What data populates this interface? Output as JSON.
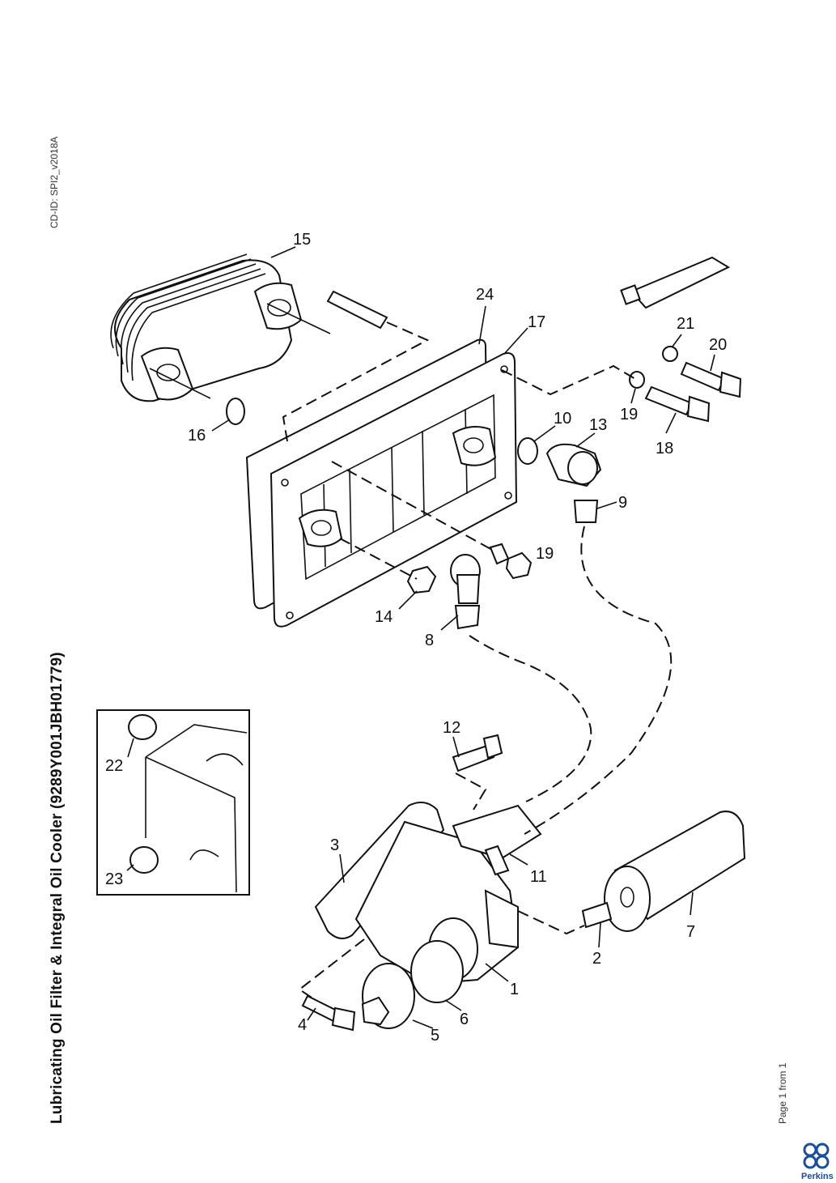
{
  "document": {
    "title": "Lubricating Oil Filter & Integral Oil Cooler (9289Y001JBH01779)",
    "cd_id": "CD-ID: SPI2_v2018A",
    "page": "Page 1 from 1",
    "logo": "Perkins"
  },
  "callouts": {
    "c1": "1",
    "c2": "2",
    "c3": "3",
    "c4": "4",
    "c5": "5",
    "c6": "6",
    "c7": "7",
    "c8": "8",
    "c9": "9",
    "c10": "10",
    "c11": "11",
    "c12": "12",
    "c13": "13",
    "c14": "14",
    "c15": "15",
    "c16": "16",
    "c17": "17",
    "c18": "18",
    "c19a": "19",
    "c19b": "19",
    "c20": "20",
    "c21": "21",
    "c22": "22",
    "c23": "23",
    "c24": "24"
  },
  "colors": {
    "logo_blue": "#1a4fa0",
    "line": "#111111"
  }
}
